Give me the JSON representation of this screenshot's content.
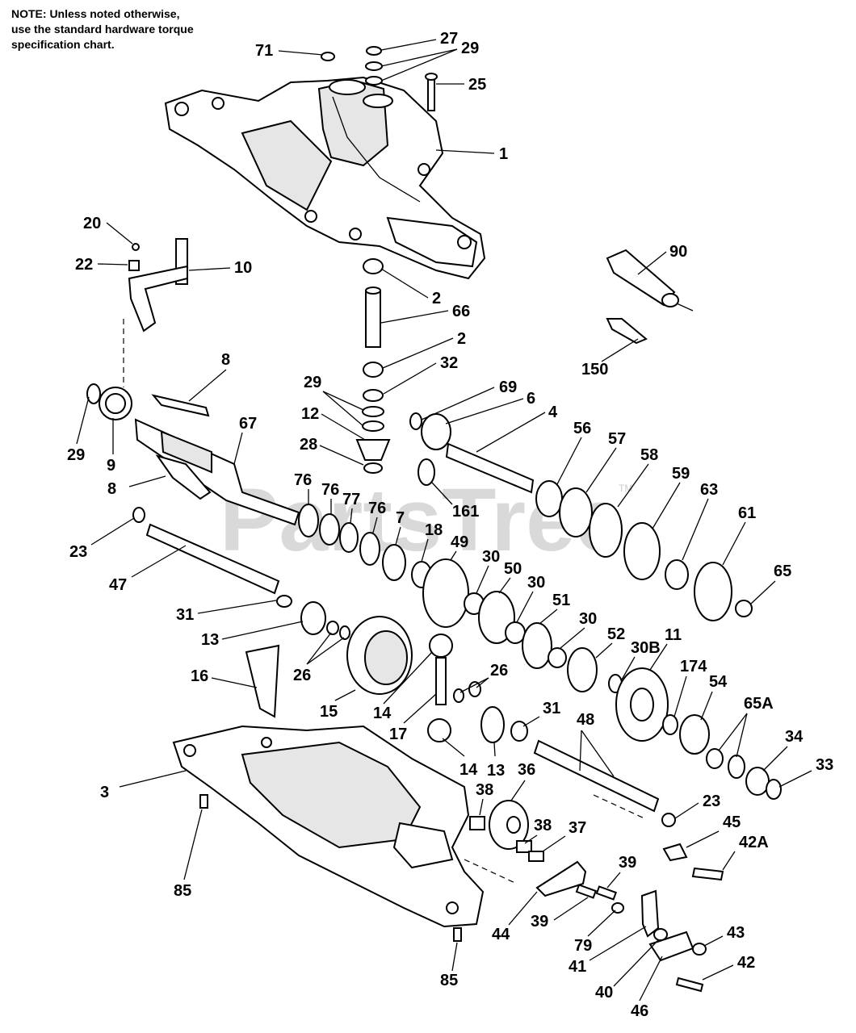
{
  "note": {
    "lines": [
      "NOTE: Unless noted otherwise,",
      "use the standard hardware torque",
      "specification chart."
    ]
  },
  "watermark": {
    "text": "PartsTree",
    "trademark": "TM"
  },
  "callouts": [
    {
      "id": "c-71",
      "label": "71"
    },
    {
      "id": "c-27",
      "label": "27"
    },
    {
      "id": "c-29-top",
      "label": "29"
    },
    {
      "id": "c-25",
      "label": "25"
    },
    {
      "id": "c-1",
      "label": "1"
    },
    {
      "id": "c-20",
      "label": "20"
    },
    {
      "id": "c-22",
      "label": "22"
    },
    {
      "id": "c-10",
      "label": "10"
    },
    {
      "id": "c-90",
      "label": "90"
    },
    {
      "id": "c-2-upper",
      "label": "2"
    },
    {
      "id": "c-66",
      "label": "66"
    },
    {
      "id": "c-2-lower",
      "label": "2"
    },
    {
      "id": "c-150",
      "label": "150"
    },
    {
      "id": "c-8-upper",
      "label": "8"
    },
    {
      "id": "c-29-mid",
      "label": "29"
    },
    {
      "id": "c-32",
      "label": "32"
    },
    {
      "id": "c-69",
      "label": "69"
    },
    {
      "id": "c-6",
      "label": "6"
    },
    {
      "id": "c-12",
      "label": "12"
    },
    {
      "id": "c-4",
      "label": "4"
    },
    {
      "id": "c-67",
      "label": "67"
    },
    {
      "id": "c-56",
      "label": "56"
    },
    {
      "id": "c-57",
      "label": "57"
    },
    {
      "id": "c-28",
      "label": "28"
    },
    {
      "id": "c-58",
      "label": "58"
    },
    {
      "id": "c-29-left",
      "label": "29"
    },
    {
      "id": "c-9",
      "label": "9"
    },
    {
      "id": "c-59",
      "label": "59"
    },
    {
      "id": "c-8-lower",
      "label": "8"
    },
    {
      "id": "c-76-a",
      "label": "76"
    },
    {
      "id": "c-76-b",
      "label": "76"
    },
    {
      "id": "c-77",
      "label": "77"
    },
    {
      "id": "c-76-c",
      "label": "76"
    },
    {
      "id": "c-161",
      "label": "161"
    },
    {
      "id": "c-63",
      "label": "63"
    },
    {
      "id": "c-61",
      "label": "61"
    },
    {
      "id": "c-7",
      "label": "7"
    },
    {
      "id": "c-18",
      "label": "18"
    },
    {
      "id": "c-49",
      "label": "49"
    },
    {
      "id": "c-23-left",
      "label": "23"
    },
    {
      "id": "c-47",
      "label": "47"
    },
    {
      "id": "c-30-a",
      "label": "30"
    },
    {
      "id": "c-50",
      "label": "50"
    },
    {
      "id": "c-30-b",
      "label": "30"
    },
    {
      "id": "c-65",
      "label": "65"
    },
    {
      "id": "c-51",
      "label": "51"
    },
    {
      "id": "c-31-left",
      "label": "31"
    },
    {
      "id": "c-30-c",
      "label": "30"
    },
    {
      "id": "c-52",
      "label": "52"
    },
    {
      "id": "c-13-left",
      "label": "13"
    },
    {
      "id": "c-11",
      "label": "11"
    },
    {
      "id": "c-30B",
      "label": "30B"
    },
    {
      "id": "c-174",
      "label": "174"
    },
    {
      "id": "c-16",
      "label": "16"
    },
    {
      "id": "c-26-left",
      "label": "26"
    },
    {
      "id": "c-26-right",
      "label": "26"
    },
    {
      "id": "c-54",
      "label": "54"
    },
    {
      "id": "c-15",
      "label": "15"
    },
    {
      "id": "c-14-upper",
      "label": "14"
    },
    {
      "id": "c-65A",
      "label": "65A"
    },
    {
      "id": "c-31-right",
      "label": "31"
    },
    {
      "id": "c-48",
      "label": "48"
    },
    {
      "id": "c-17",
      "label": "17"
    },
    {
      "id": "c-34",
      "label": "34"
    },
    {
      "id": "c-33",
      "label": "33"
    },
    {
      "id": "c-3",
      "label": "3"
    },
    {
      "id": "c-14-lower",
      "label": "14"
    },
    {
      "id": "c-13-lower",
      "label": "13"
    },
    {
      "id": "c-36",
      "label": "36"
    },
    {
      "id": "c-23-right",
      "label": "23"
    },
    {
      "id": "c-38-a",
      "label": "38"
    },
    {
      "id": "c-38-b",
      "label": "38"
    },
    {
      "id": "c-37",
      "label": "37"
    },
    {
      "id": "c-45",
      "label": "45"
    },
    {
      "id": "c-42A",
      "label": "42A"
    },
    {
      "id": "c-85-left",
      "label": "85"
    },
    {
      "id": "c-39-right",
      "label": "39"
    },
    {
      "id": "c-39-left",
      "label": "39"
    },
    {
      "id": "c-44",
      "label": "44"
    },
    {
      "id": "c-79",
      "label": "79"
    },
    {
      "id": "c-43",
      "label": "43"
    },
    {
      "id": "c-41",
      "label": "41"
    },
    {
      "id": "c-42",
      "label": "42"
    },
    {
      "id": "c-40",
      "label": "40"
    },
    {
      "id": "c-85-bottom",
      "label": "85"
    },
    {
      "id": "c-46",
      "label": "46"
    }
  ]
}
